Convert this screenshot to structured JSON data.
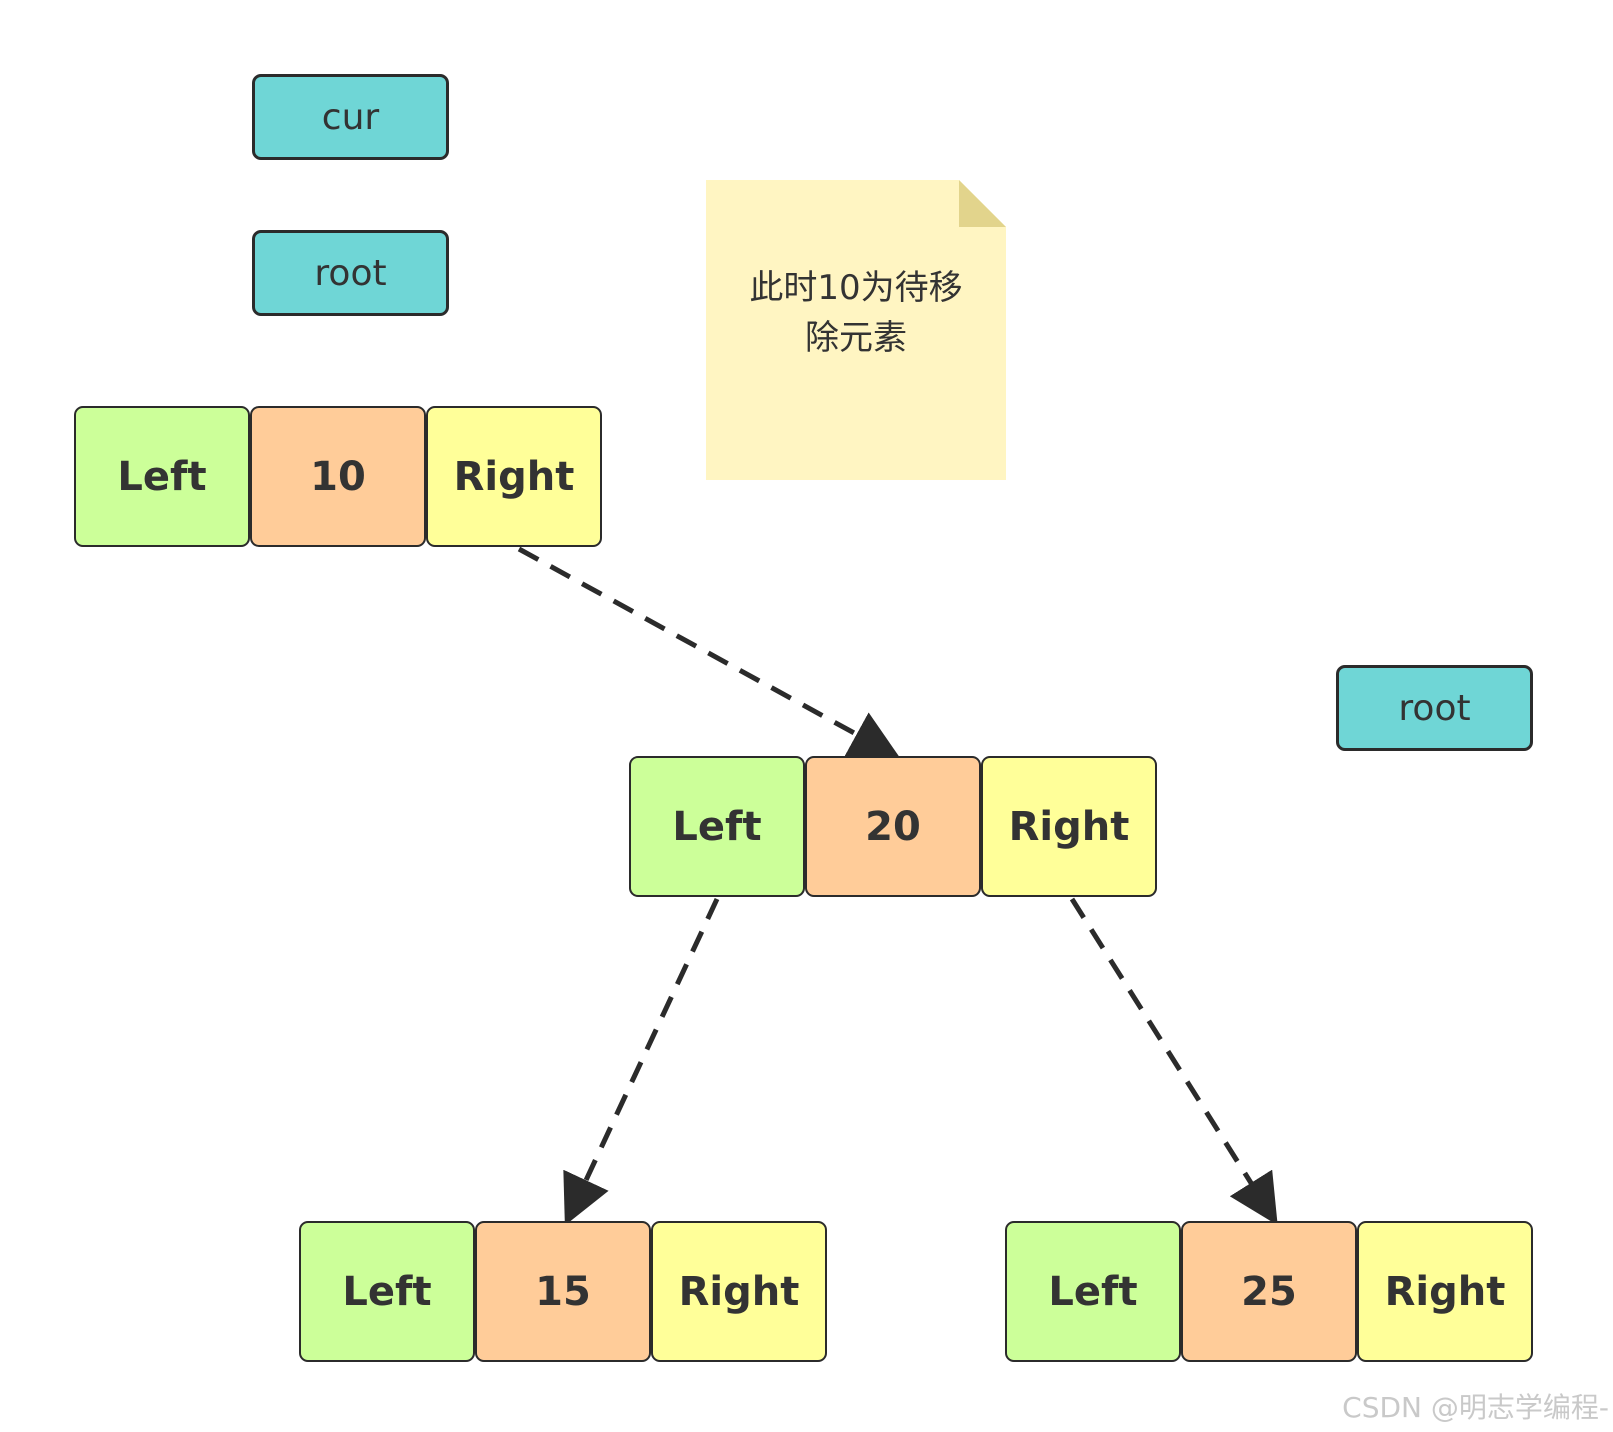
{
  "pointers": {
    "cur": "cur",
    "root_top": "root",
    "root_right": "root"
  },
  "note": {
    "text": "此时10为待移除元素"
  },
  "nodes": {
    "n10": {
      "left": "Left",
      "value": "10",
      "right": "Right"
    },
    "n20": {
      "left": "Left",
      "value": "20",
      "right": "Right"
    },
    "n15": {
      "left": "Left",
      "value": "15",
      "right": "Right"
    },
    "n25": {
      "left": "Left",
      "value": "25",
      "right": "Right"
    }
  },
  "edges": [
    {
      "from": "10.Right",
      "to": "20"
    },
    {
      "from": "20.Left",
      "to": "15"
    },
    {
      "from": "20.Right",
      "to": "25"
    }
  ],
  "colors": {
    "pointer_fill": "#6fd6d6",
    "left_fill": "#ccff99",
    "value_fill": "#ffcc99",
    "right_fill": "#ffff99",
    "note_fill": "#fff5c2",
    "note_fold": "#e2d48c",
    "stroke": "#2b2b2b"
  },
  "watermark": "CSDN @明志学编程-"
}
